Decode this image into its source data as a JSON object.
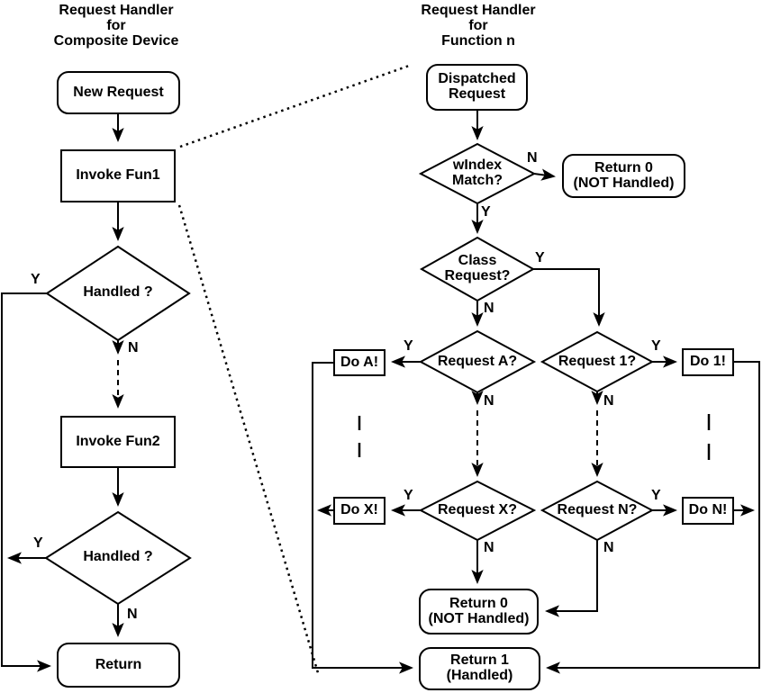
{
  "colors": {
    "ink": "#000000",
    "background": "#ffffff"
  },
  "labels": {
    "yes": "Y",
    "no": "N"
  },
  "left_chart": {
    "title": "Request Handler\nfor\nComposite Device",
    "new_request": "New Request",
    "invoke_fun1": "Invoke Fun1",
    "handled1": "Handled ?",
    "invoke_fun2": "Invoke Fun2",
    "handled2": "Handled ?",
    "return": "Return"
  },
  "right_chart": {
    "title": "Request Handler\nfor\nFunction n",
    "dispatched": "Dispatched\nRequest",
    "windex_match": "wIndex\nMatch?",
    "return0_top": "Return 0\n(NOT Handled)",
    "class_request": "Class\nRequest?",
    "request_a": "Request A?",
    "request_1": "Request 1?",
    "do_a": "Do A!",
    "do_1": "Do 1!",
    "request_x": "Request X?",
    "request_n": "Request N?",
    "do_x": "Do X!",
    "do_n": "Do N!",
    "return0_bottom": "Return 0\n(NOT Handled)",
    "return1": "Return 1\n(Handled)"
  }
}
